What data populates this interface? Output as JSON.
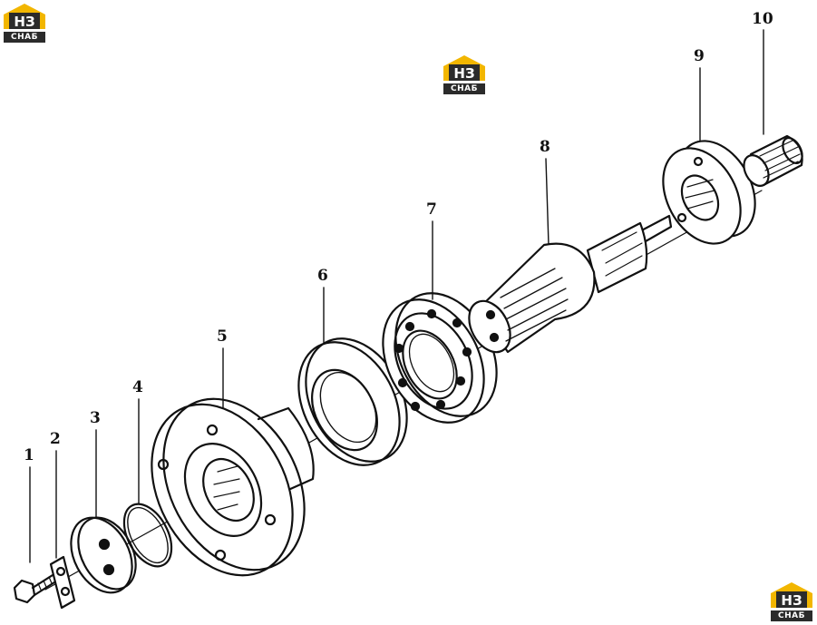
{
  "logo": {
    "mark": "НЗ",
    "sub": "СНАБ",
    "color": "#f2b600"
  },
  "parts": [
    {
      "number": "1"
    },
    {
      "number": "2"
    },
    {
      "number": "3"
    },
    {
      "number": "4"
    },
    {
      "number": "5"
    },
    {
      "number": "6"
    },
    {
      "number": "7"
    },
    {
      "number": "8"
    },
    {
      "number": "9"
    },
    {
      "number": "10"
    }
  ]
}
